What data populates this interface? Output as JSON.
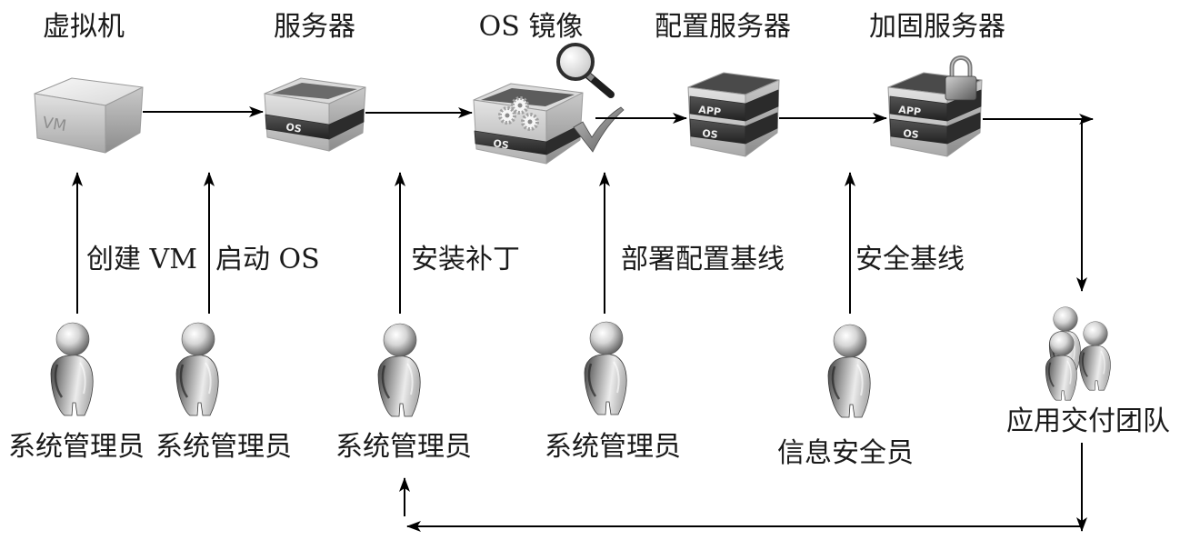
{
  "stages": [
    {
      "title": "虚拟机",
      "box_label": "VM",
      "icon": "vm-box-icon"
    },
    {
      "title": "服务器",
      "box_label": "OS",
      "icon": "server-box-icon"
    },
    {
      "title": "OS 镜像",
      "box_label": "OS",
      "icon": "os-image-box-icon",
      "badges": [
        "magnifier-icon",
        "checkmark-icon",
        "gear-icon"
      ]
    },
    {
      "title": "配置服务器",
      "box_labels": [
        "APP",
        "OS"
      ],
      "icon": "configured-server-box-icon"
    },
    {
      "title": "加固服务器",
      "box_labels": [
        "APP",
        "OS"
      ],
      "icon": "hardened-server-box-icon",
      "badges": [
        "padlock-icon"
      ]
    }
  ],
  "actions": [
    "创建 VM",
    "启动 OS",
    "安装补丁",
    "部署配置基线",
    "安全基线"
  ],
  "actors": [
    {
      "label": "系统管理员",
      "icon": "person-icon"
    },
    {
      "label": "系统管理员",
      "icon": "person-icon"
    },
    {
      "label": "系统管理员",
      "icon": "person-icon"
    },
    {
      "label": "系统管理员",
      "icon": "person-icon"
    },
    {
      "label": "信息安全员",
      "icon": "person-icon"
    },
    {
      "label": "应用交付团队",
      "icon": "team-icon"
    }
  ],
  "colors": {
    "background": "#ffffff",
    "text": "#1a1a1a",
    "connector": "#000000",
    "box_slab": "#333333"
  }
}
